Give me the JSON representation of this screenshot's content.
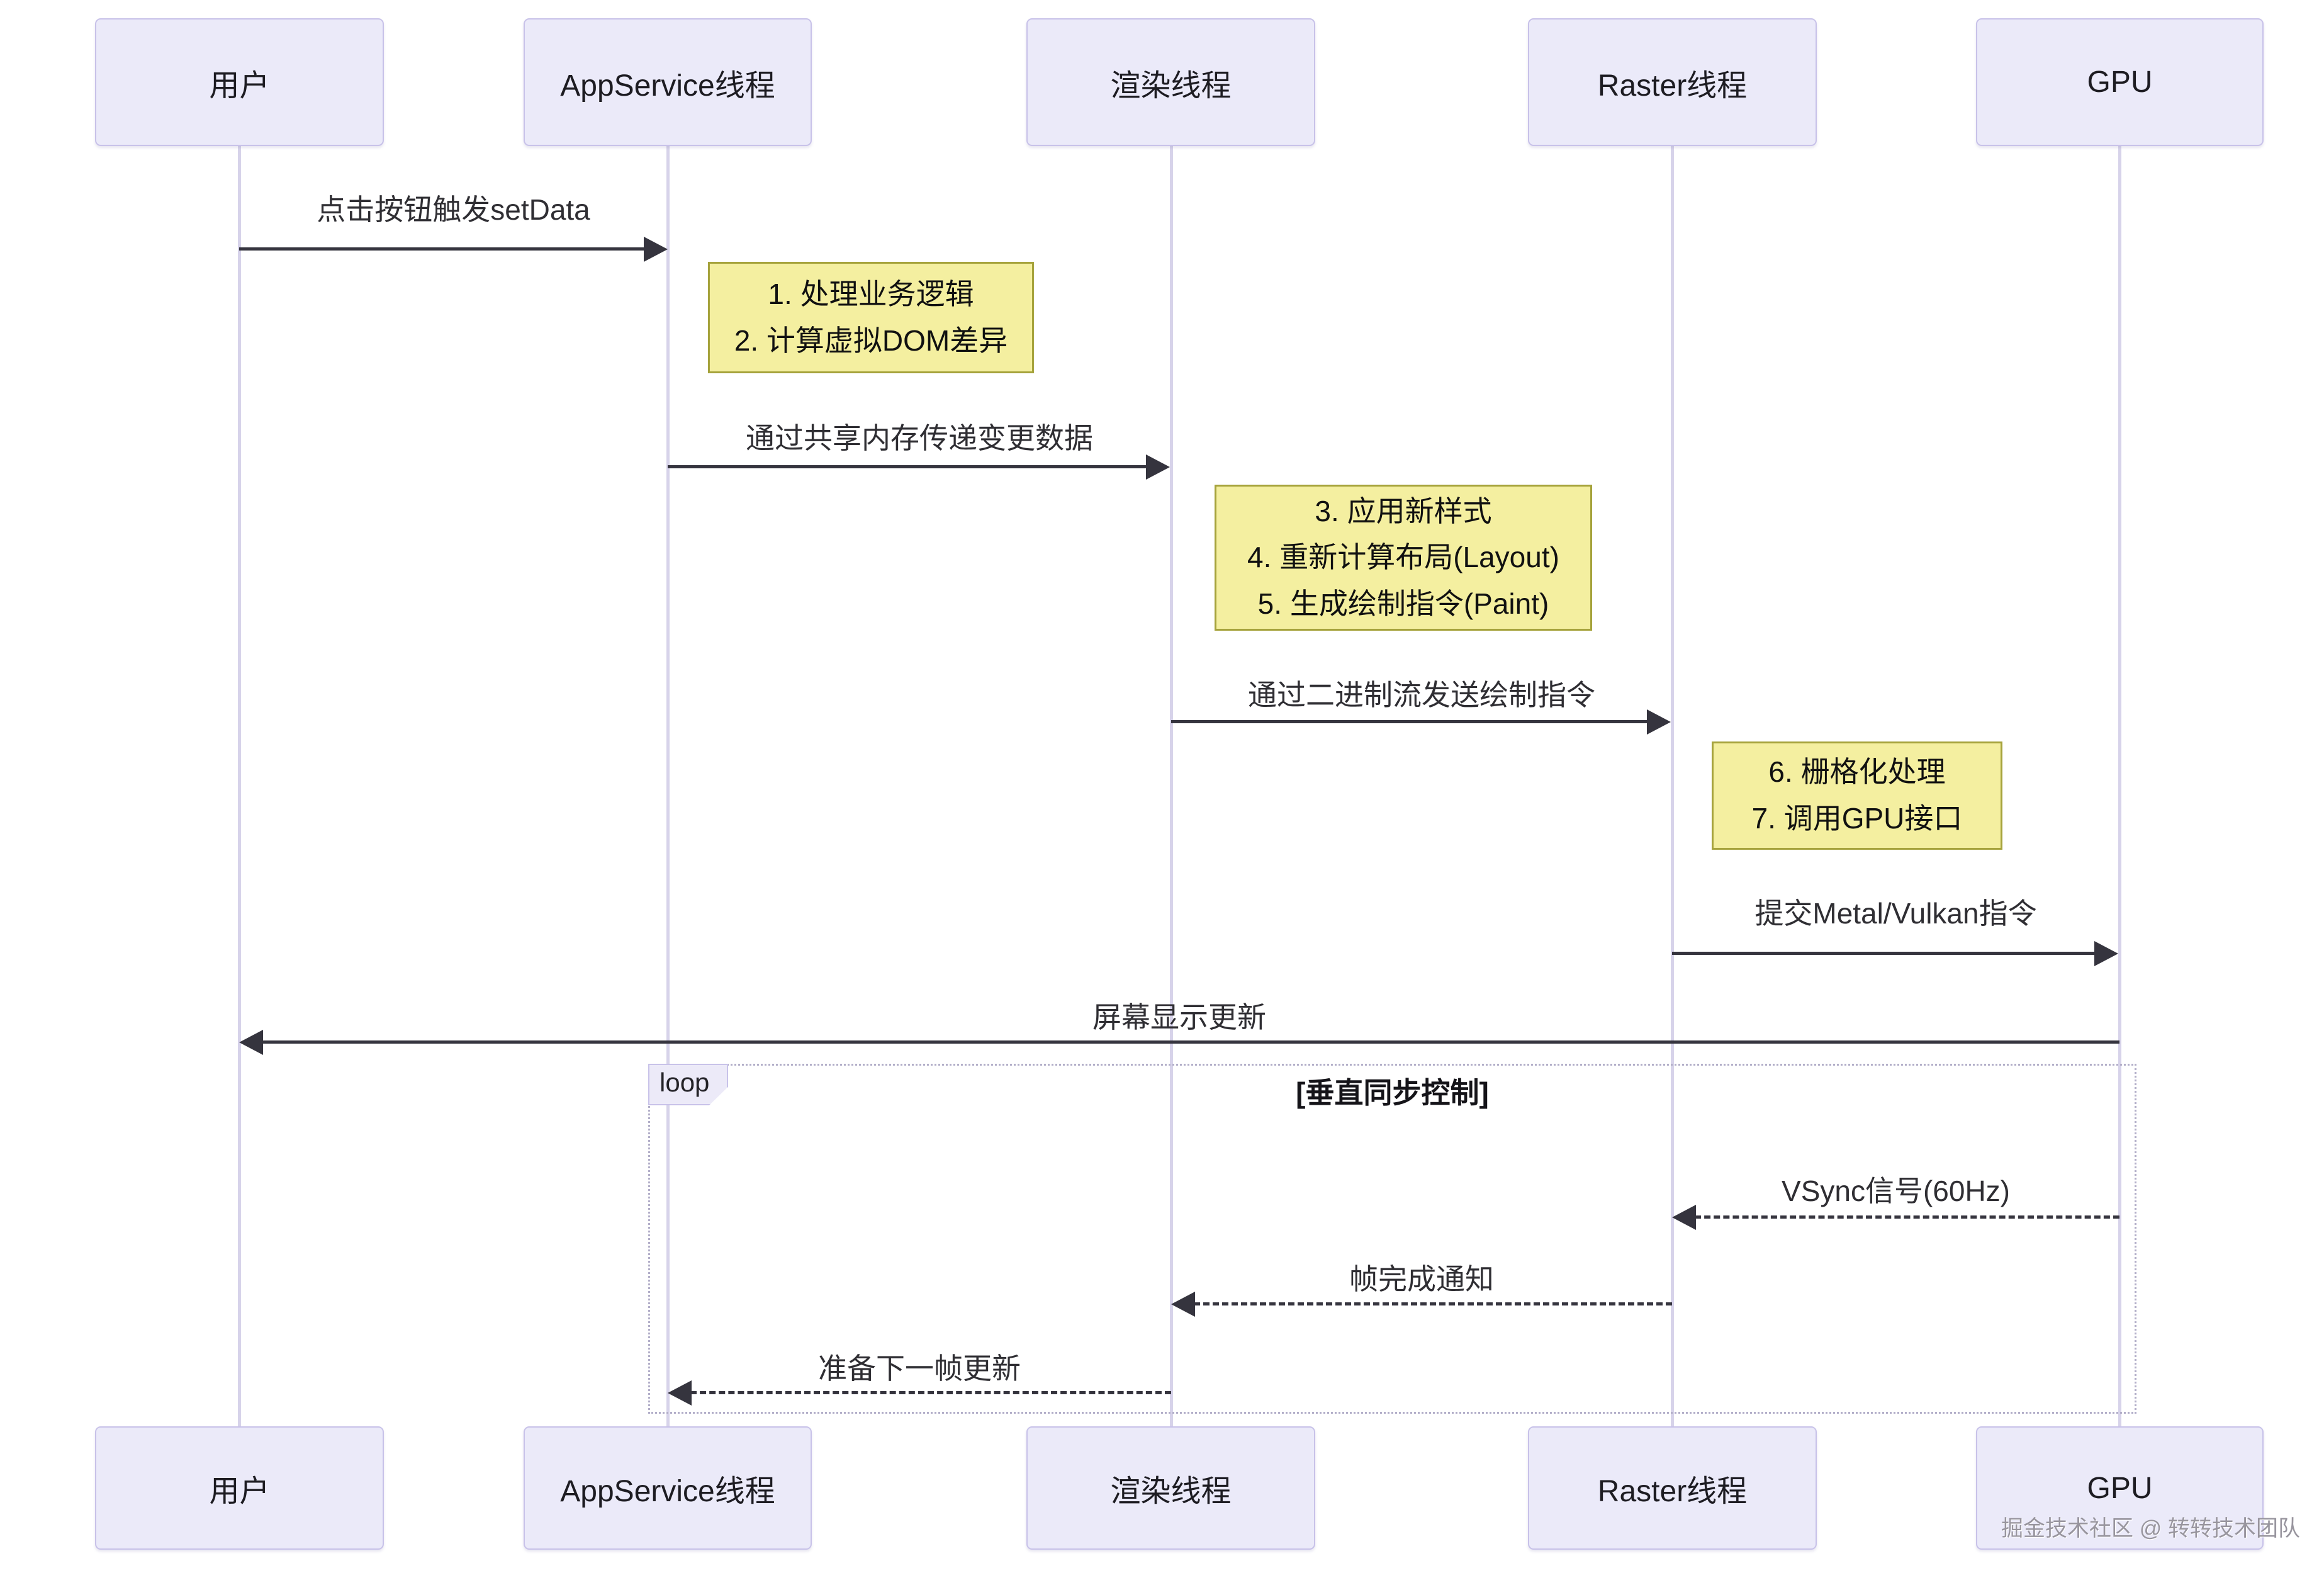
{
  "diagram": {
    "participants": [
      {
        "label": "用户"
      },
      {
        "label": "AppService线程"
      },
      {
        "label": "渲染线程"
      },
      {
        "label": "Raster线程"
      },
      {
        "label": "GPU"
      }
    ],
    "messages": [
      {
        "label": "点击按钮触发setData",
        "from": "用户",
        "to": "AppService线程",
        "style": "solid"
      },
      {
        "label": "通过共享内存传递变更数据",
        "from": "AppService线程",
        "to": "渲染线程",
        "style": "solid"
      },
      {
        "label": "通过二进制流发送绘制指令",
        "from": "渲染线程",
        "to": "Raster线程",
        "style": "solid"
      },
      {
        "label": "提交Metal/Vulkan指令",
        "from": "Raster线程",
        "to": "GPU",
        "style": "solid"
      },
      {
        "label": "屏幕显示更新",
        "from": "GPU",
        "to": "用户",
        "style": "solid"
      },
      {
        "label": "VSync信号(60Hz)",
        "from": "GPU",
        "to": "Raster线程",
        "style": "dashed"
      },
      {
        "label": "帧完成通知",
        "from": "Raster线程",
        "to": "渲染线程",
        "style": "dashed"
      },
      {
        "label": "准备下一帧更新",
        "from": "渲染线程",
        "to": "AppService线程",
        "style": "dashed"
      }
    ],
    "notes": [
      {
        "lines": [
          "1. 处理业务逻辑",
          "2. 计算虚拟DOM差异"
        ]
      },
      {
        "lines": [
          "3. 应用新样式",
          "4. 重新计算布局(Layout)",
          "5. 生成绘制指令(Paint)"
        ]
      },
      {
        "lines": [
          "6. 栅格化处理",
          "7. 调用GPU接口"
        ]
      }
    ],
    "loop": {
      "label": "loop",
      "condition": "[垂直同步控制]"
    },
    "watermark": "掘金技术社区 @ 转转技术团队",
    "colors": {
      "participant_fill": "#ebeaf9",
      "participant_border": "#c8c2e9",
      "lifeline": "#d7d3ea",
      "arrow": "#35343e",
      "note_fill": "#f4efa0",
      "note_border": "#a6a33c",
      "loop_border": "#b3afc9",
      "background": "#ffffff"
    }
  }
}
